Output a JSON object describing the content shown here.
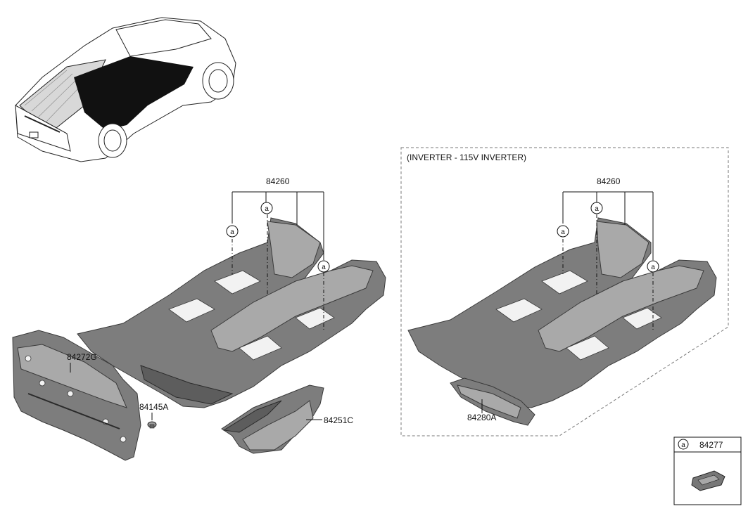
{
  "labels": {
    "carpet_main_left": "84260",
    "carpet_main_right": "84260",
    "insulation_panel": "84272G",
    "clip": "84145A",
    "rear_cover": "84251C",
    "extension": "84280A",
    "inverter_note": "(INVERTER - 115V INVERTER)"
  },
  "callout_symbol": "a",
  "legend": {
    "symbol": "a",
    "part": "84277"
  },
  "icons": {
    "vehicle": "pickup-truck-icon",
    "fastener": "fastener-clip-icon"
  }
}
